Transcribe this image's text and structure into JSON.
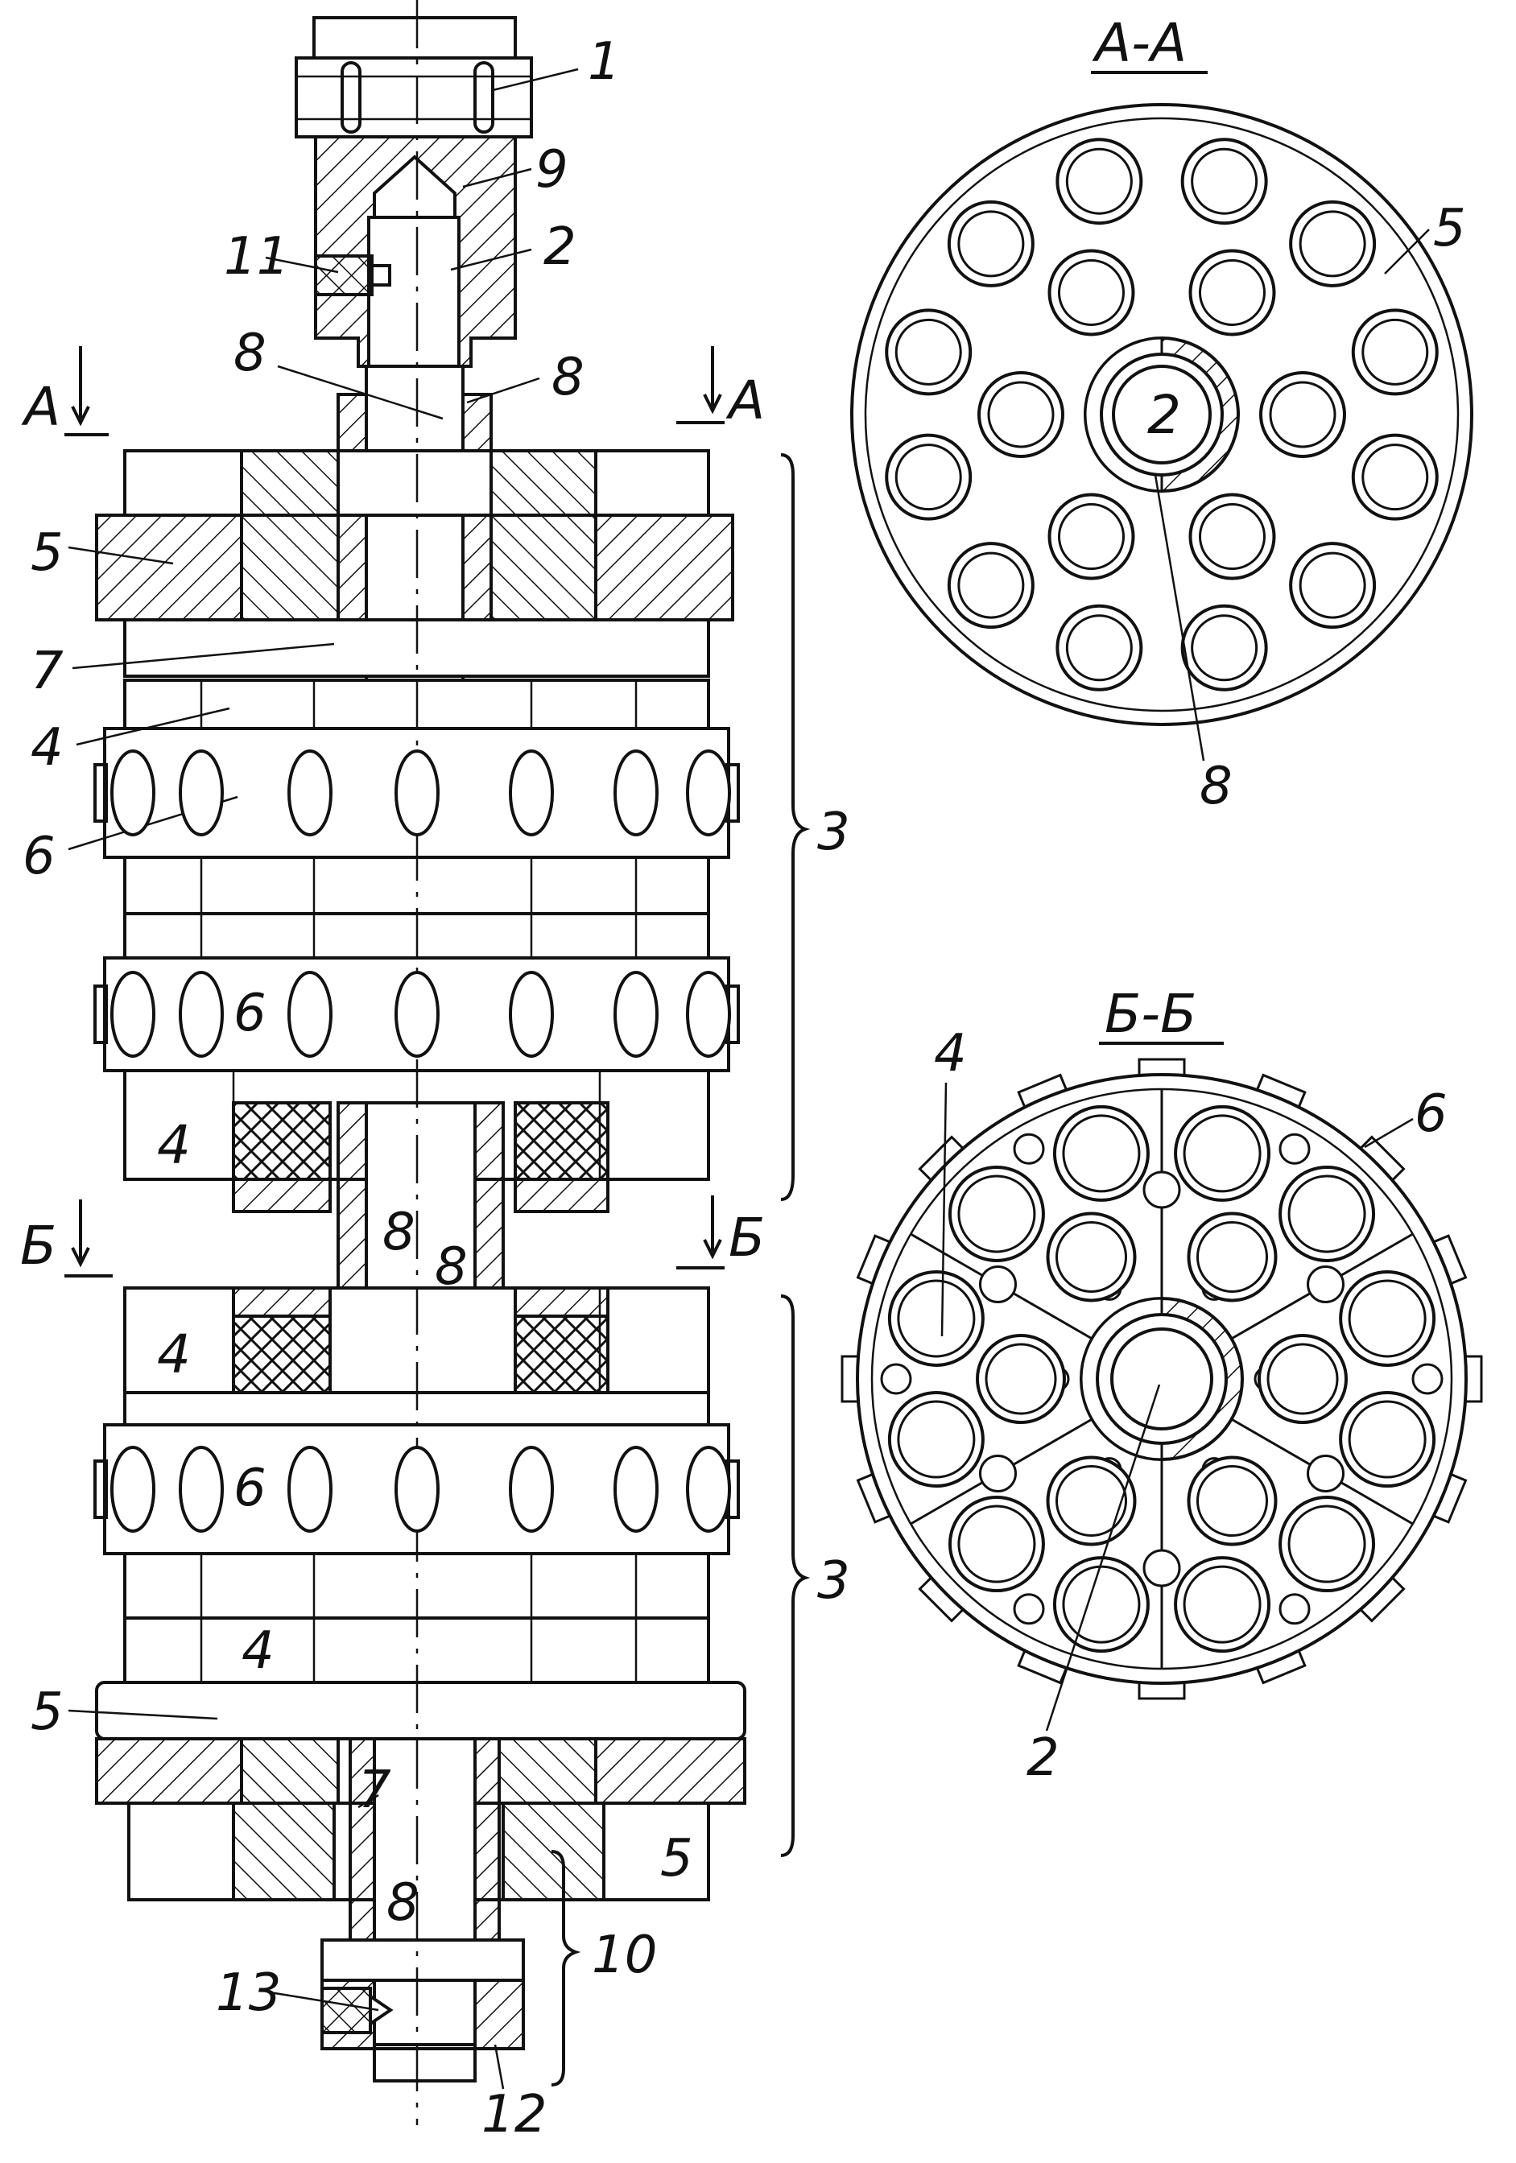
{
  "section_aa": {
    "title": "А-А"
  },
  "section_bb": {
    "title": "Б-Б"
  },
  "markers": {
    "a_left": "А",
    "a_right": "А",
    "b_left": "Б",
    "b_right": "Б"
  },
  "labels": {
    "p1": "1",
    "p9": "9",
    "p11": "11",
    "p2_top": "2",
    "p8_a": "8",
    "p8_b": "8",
    "p5_top": "5",
    "p7_top": "7",
    "p4_a": "4",
    "p6_a": "6",
    "p6_b": "6",
    "p4_b": "4",
    "p3_upper": "3",
    "p8_c": "8",
    "p8_d": "8",
    "p4_c": "4",
    "p6_c": "6",
    "p3_lower": "3",
    "p4_d": "4",
    "p5_mid": "5",
    "p7_bot": "7",
    "p5_bot": "5",
    "p8_e": "8",
    "p10": "10",
    "p13": "13",
    "p12": "12",
    "aa_5": "5",
    "aa_2": "2",
    "aa_8": "8",
    "bb_4": "4",
    "bb_6": "6",
    "bb_2": "2"
  },
  "colors": {
    "ink": "#111111",
    "paper": "#ffffff"
  }
}
